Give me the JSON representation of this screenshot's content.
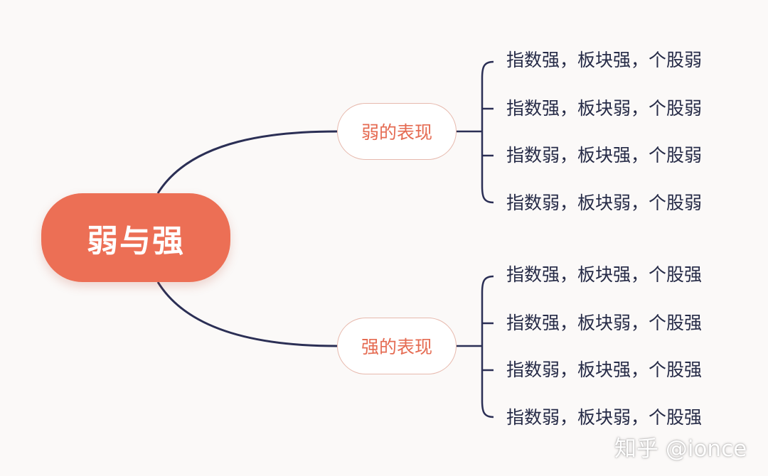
{
  "root": {
    "label": "弱与强"
  },
  "branches": [
    {
      "label": "弱的表现",
      "leaves": [
        "指数强，板块强，个股弱",
        "指数强，板块弱，个股弱",
        "指数弱，板块强，个股弱",
        "指数弱，板块弱，个股弱"
      ]
    },
    {
      "label": "强的表现",
      "leaves": [
        "指数强，板块强，个股强",
        "指数强，板块弱，个股强",
        "指数弱，板块强，个股强",
        "指数弱，板块弱，个股强"
      ]
    }
  ],
  "watermark": "知乎 @ionce",
  "colors": {
    "root_fill": "#ec6f55",
    "branch_text": "#e56b52",
    "branch_border": "#e7b9ad",
    "connector": "#2b2f55",
    "leaf_text": "#262b47",
    "background": "#fbf9f8"
  }
}
